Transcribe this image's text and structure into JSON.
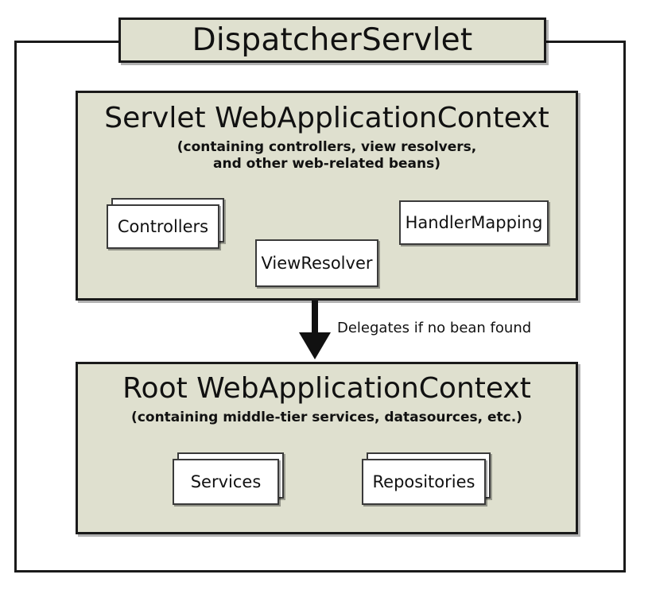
{
  "diagram": {
    "title": "DispatcherServlet",
    "servlet_context": {
      "heading": "Servlet WebApplicationContext",
      "subtitle_line1": "(containing controllers, view resolvers,",
      "subtitle_line2": "and other web-related beans)",
      "beans": [
        {
          "label": "Controllers",
          "stacked": true
        },
        {
          "label": "ViewResolver",
          "stacked": false
        },
        {
          "label": "HandlerMapping",
          "stacked": false
        }
      ]
    },
    "arrow": {
      "label": "Delegates if no bean found",
      "direction": "down"
    },
    "root_context": {
      "heading": "Root WebApplicationContext",
      "subtitle_line1": "(containing middle-tier services, datasources, etc.)",
      "beans": [
        {
          "label": "Services",
          "stacked": true
        },
        {
          "label": "Repositories",
          "stacked": true
        }
      ]
    },
    "colors": {
      "context_fill": "#dfe0cf",
      "stroke": "#1a1a1a",
      "bean_fill": "#ffffff",
      "bean_stroke": "#3a3a3a",
      "text": "#111111",
      "background": "#ffffff"
    }
  }
}
